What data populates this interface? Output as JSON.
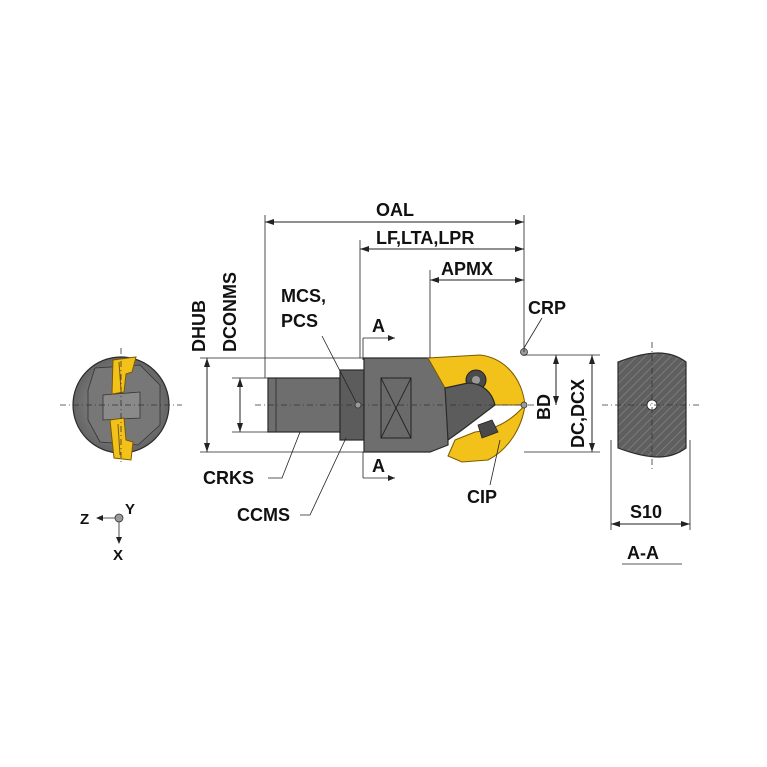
{
  "labels": {
    "oal": "OAL",
    "lf": "LF,LTA,LPR",
    "apmx": "APMX",
    "crp": "CRP",
    "mcs": "MCS,",
    "pcs": "PCS",
    "a_top": "A",
    "a_bottom": "A",
    "dhub": "DHUB",
    "dconms": "DCONMS",
    "crks": "CRKS",
    "ccms": "CCMS",
    "cip": "CIP",
    "bd": "BD",
    "dc": "DC,DCX",
    "s10": "S10",
    "aa": "A-A"
  },
  "axes": {
    "z": "Z",
    "y": "Y",
    "x": "X"
  },
  "colors": {
    "insert_gold": "#f2c21a",
    "body_gray": "#6e6e6e",
    "section_gray": "#5f5f5f"
  }
}
